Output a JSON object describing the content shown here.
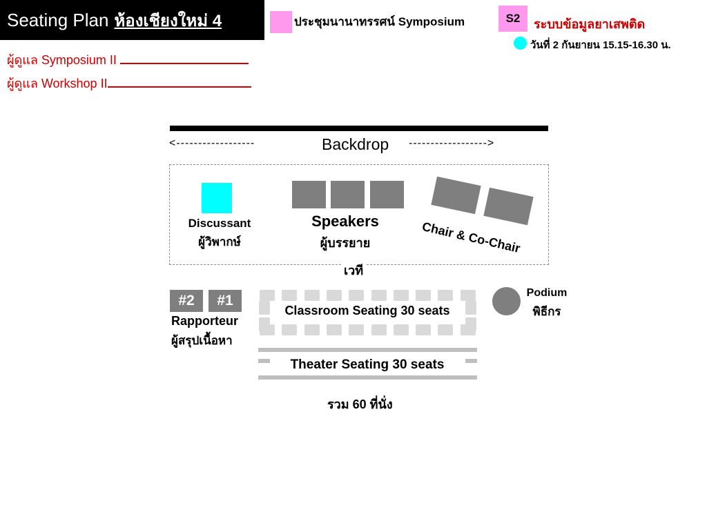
{
  "header": {
    "title": "Seating Plan",
    "room": "ห้องเชียงใหม่ 4"
  },
  "legend": {
    "session_type": "ประชุมนานาทรรศน์ Symposium",
    "code": "S2",
    "system_name": "ระบบข้อมูลยาเสพติด",
    "date_text": "วันที่ 2 กันยายน 15.15-16.30 น.",
    "colors": {
      "symposium": "#ff99ee",
      "date_dot": "#00ffff",
      "system_name": "#cc0000"
    }
  },
  "admins": [
    {
      "label": "ผู้ดูแล Symposium II "
    },
    {
      "label": "ผู้ดูแล Workshop II"
    }
  ],
  "backdrop": {
    "label": "Backdrop",
    "arrow_left": "<------------------",
    "arrow_right": "------------------>"
  },
  "stage": {
    "label": "เวที",
    "discussant": {
      "label_en": "Discussant",
      "label_th": "ผู้วิพากษ์"
    },
    "speakers": {
      "label_en": "Speakers",
      "label_th": "ผู้บรรยาย",
      "count": 3
    },
    "chairs": {
      "label_en": "Chair & Co-Chair",
      "count": 2
    }
  },
  "rapporteur": {
    "seats": [
      "#2",
      "#1"
    ],
    "label_en": "Rapporteur",
    "label_th": "ผู้สรุปเนื้อหา"
  },
  "podium": {
    "label_en": "Podium",
    "label_th": "พิธีกร"
  },
  "classroom": {
    "label": "Classroom Seating 30 seats"
  },
  "theater": {
    "label": "Theater Seating 30 seats"
  },
  "total": {
    "label": "รวม 60 ที่นั่ง"
  }
}
